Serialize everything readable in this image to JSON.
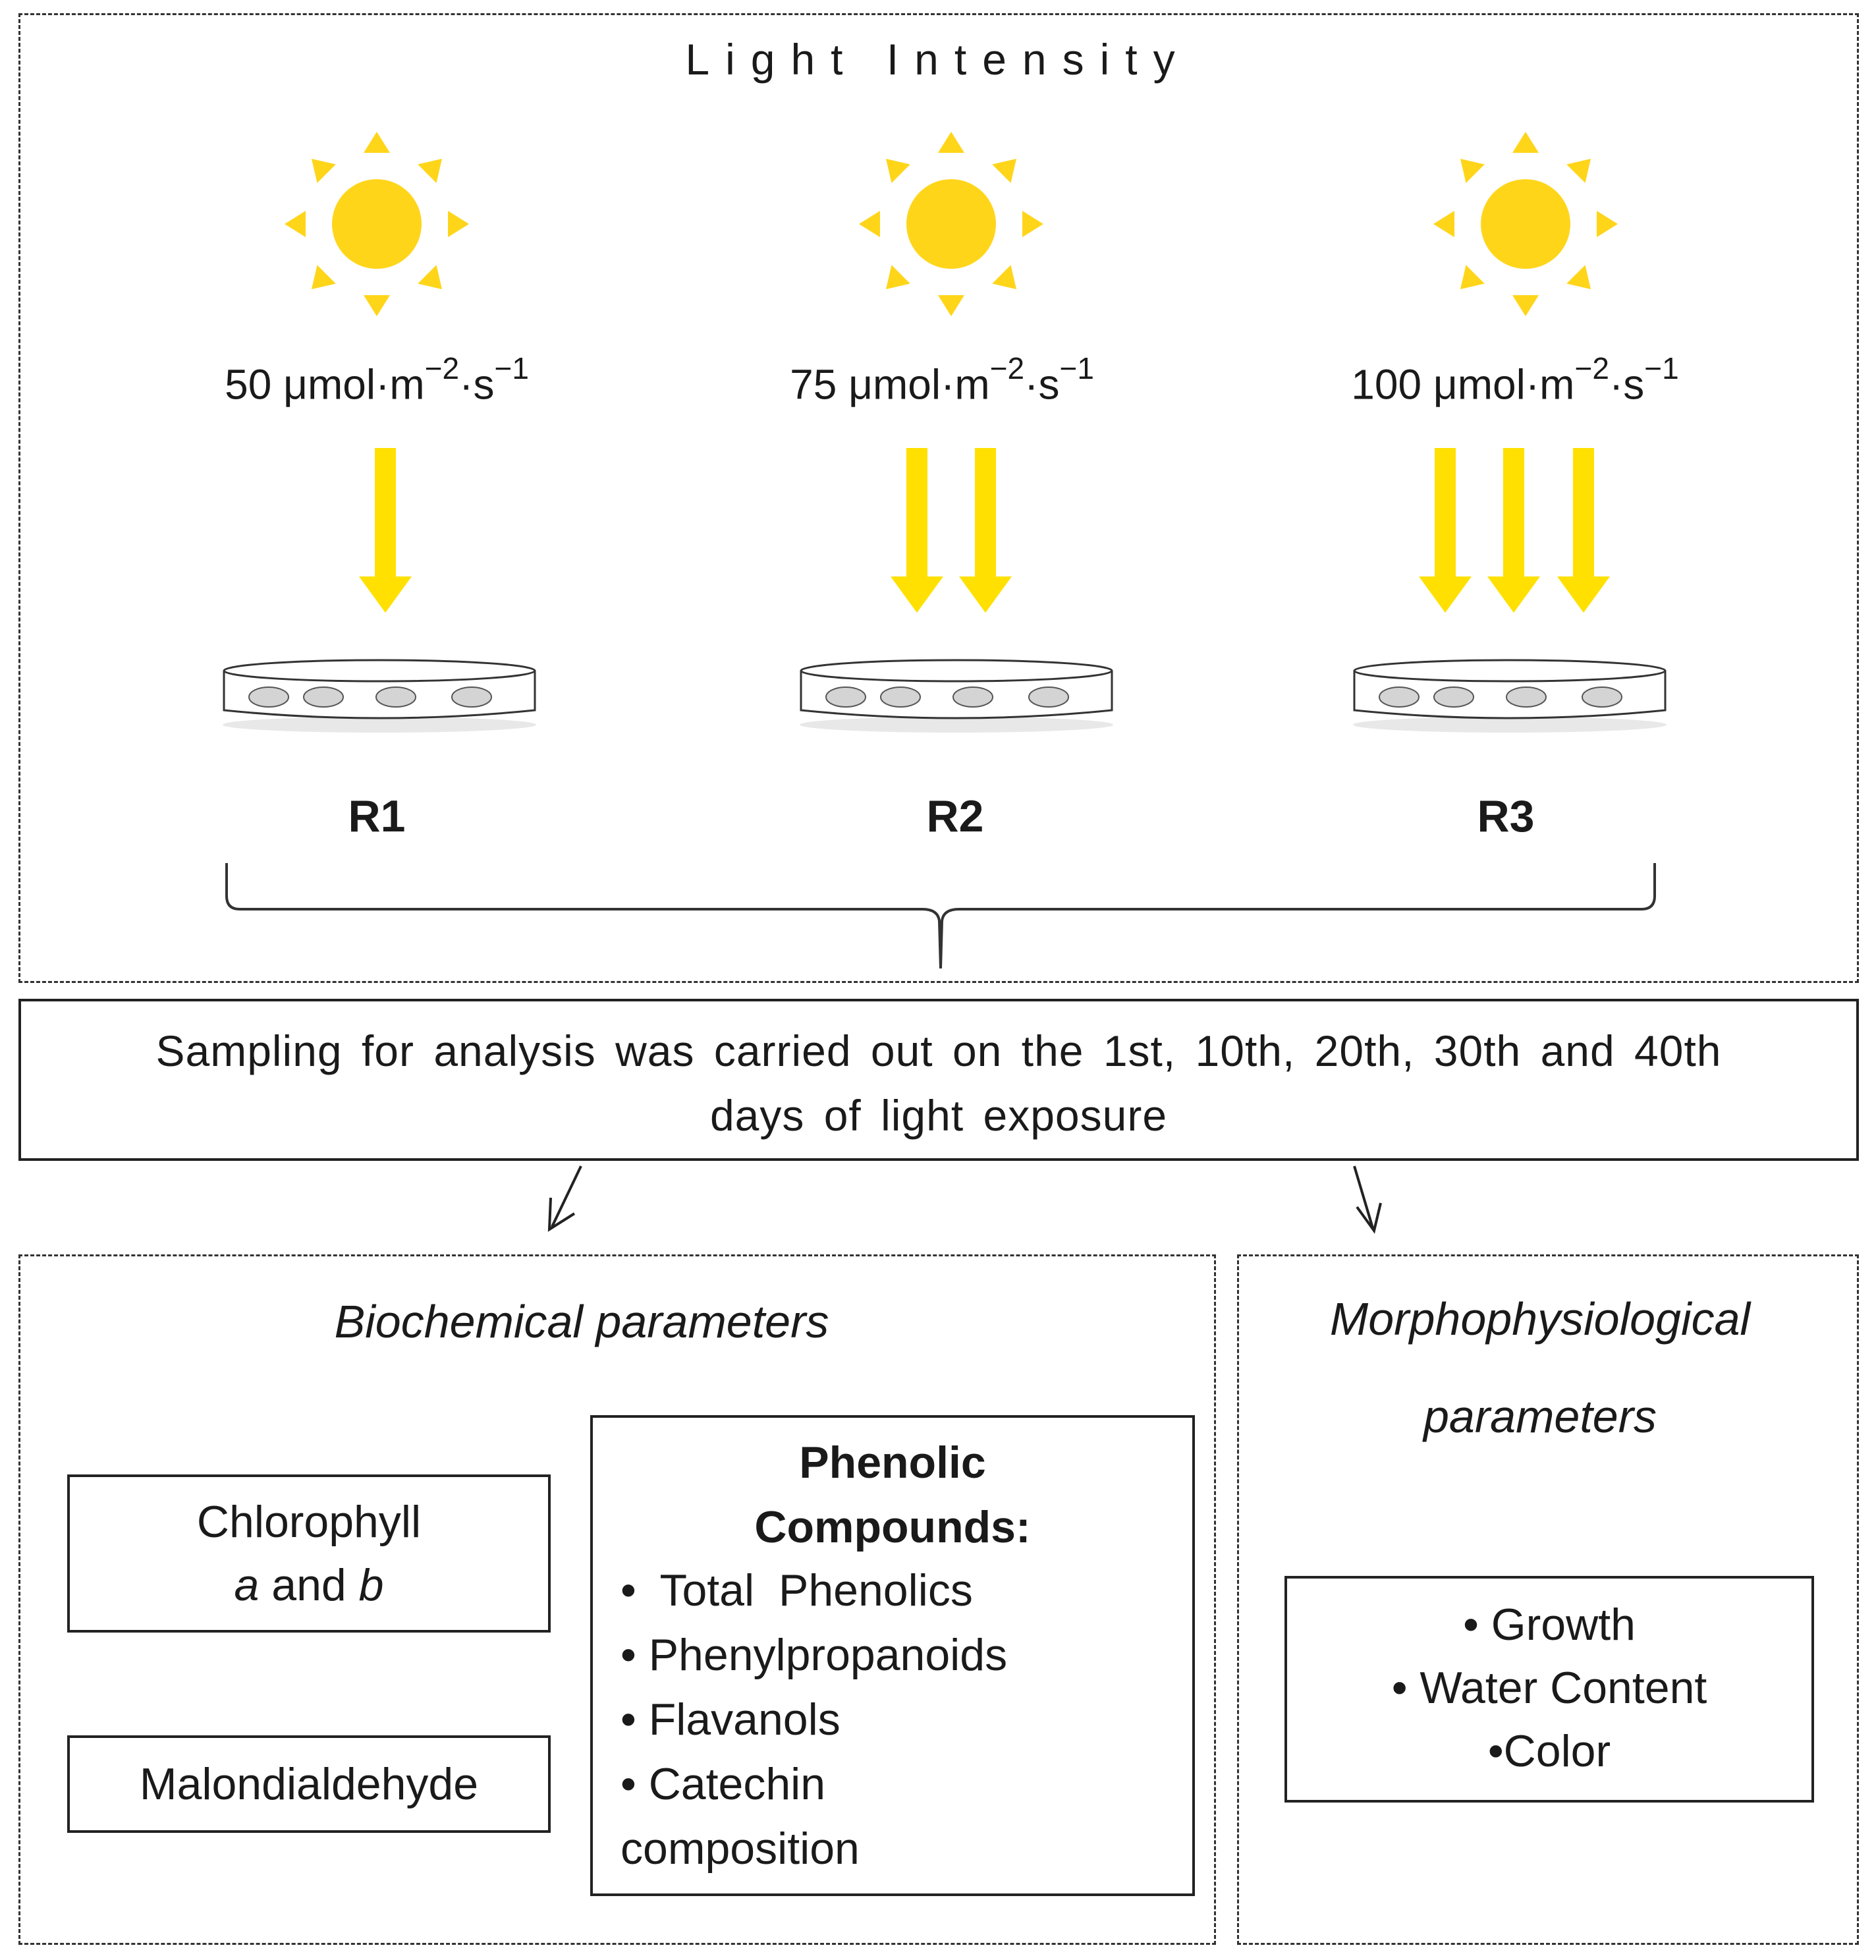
{
  "light_section": {
    "title": "Light Intensity",
    "treatments": [
      {
        "rate_value": "50",
        "rate_unit": "μmol·m",
        "exp1": "−2",
        "mid": "·s",
        "exp2": "−1",
        "label": "R1",
        "arrows": 1
      },
      {
        "rate_value": "75",
        "rate_unit": "μmol·m",
        "exp1": "−2",
        "mid": "·s",
        "exp2": "−1",
        "label": "R2",
        "arrows": 2
      },
      {
        "rate_value": "100",
        "rate_unit": "μmol·m",
        "exp1": "−2",
        "mid": "·s",
        "exp2": "−1",
        "label": "R3",
        "arrows": 3
      }
    ]
  },
  "sampling": {
    "line1": "Sampling for analysis was carried out on the 1st, 10th, 20th, 30th and 40th",
    "line2": "days of light exposure"
  },
  "biochemical": {
    "title": "Biochemical parameters",
    "chlorophyll": {
      "line1": "Chlorophyll",
      "a": "a",
      "and": " and ",
      "b": "b"
    },
    "malondialdehyde": "Malondialdehyde",
    "phenolic": {
      "heading1": "Phenolic",
      "heading2": "Compounds:",
      "items": [
        "• Total Phenolics",
        "• Phenylpropanoids",
        "• Flavanols",
        "• Catechin",
        "composition"
      ]
    }
  },
  "morphophysiological": {
    "title1": "Morphophysiological",
    "title2": "parameters",
    "items": [
      "• Growth",
      "• Water Content",
      "•Color"
    ]
  },
  "colors": {
    "sun": "#FFD51A",
    "sun_ray": "#FFD51A",
    "arrow": "#FFE000",
    "border": "#222222"
  }
}
